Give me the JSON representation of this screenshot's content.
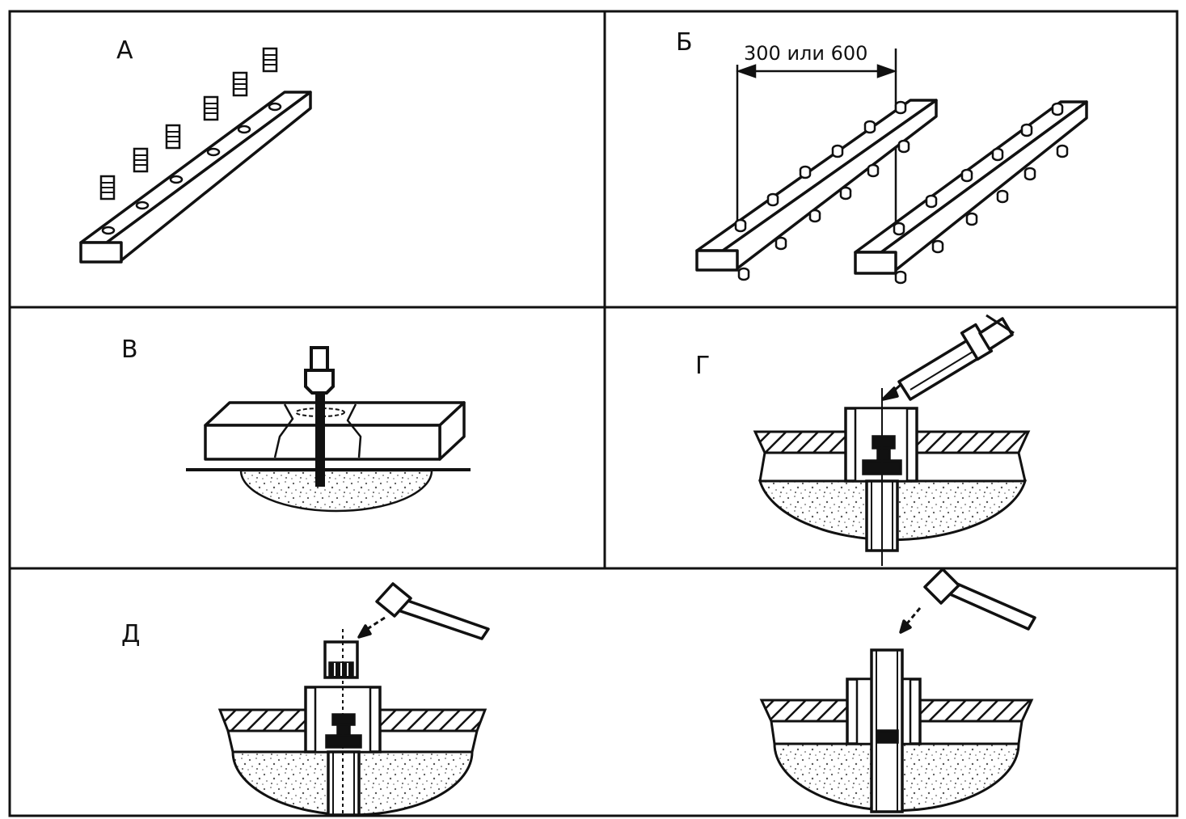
{
  "panels": {
    "a": {
      "label": "А"
    },
    "b": {
      "label": "Б",
      "dimension": "300 или 600"
    },
    "v": {
      "label": "В"
    },
    "g": {
      "label": "Г"
    },
    "d": {
      "label": "Д"
    }
  },
  "colors": {
    "ink": "#111111",
    "paper": "#ffffff",
    "sand": "#999999"
  }
}
